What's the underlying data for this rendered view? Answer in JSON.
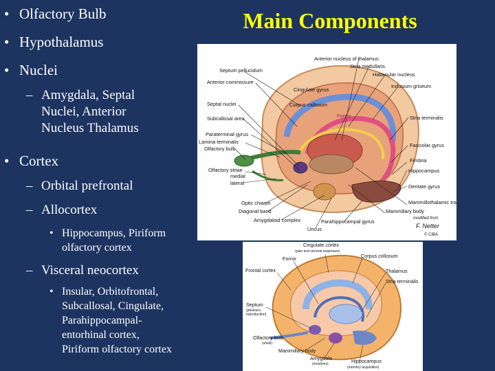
{
  "title": "Main Components",
  "bullets": {
    "b1": "Olfactory Bulb",
    "b2": "Hypothalamus",
    "b3": "Nuclei",
    "b3_1_line1": "Amygdala, Septal",
    "b3_1_line2": "Nuclei, Anterior",
    "b3_1_line3": "Nucleus Thalamus",
    "b4": "Cortex",
    "b4_1": "Orbital prefrontal",
    "b4_2": "Allocortex",
    "b4_2_1_line1": "Hippocampus, Piriform",
    "b4_2_1_line2": "olfactory cortex",
    "b4_3": "Visceral neocortex",
    "b4_3_1_line1": "Insular, Orbitofrontal,",
    "b4_3_1_line2": "Subcallosal, Cingulate,",
    "b4_3_1_line3": "Parahippocampal-",
    "b4_3_1_line4": "entorhinal cortex,",
    "b4_3_1_line5": "Piriform olfactory cortex"
  },
  "markers": {
    "bullet": "•",
    "dash": "–",
    "small_bullet": "•"
  },
  "figure1": {
    "labels": {
      "anterior_nucleus": "Anterior nucleus of thalamus",
      "stria_medullaris": "Stria medullaris",
      "habenular_nucleus": "Habenular nucleus",
      "indusium_griseum": "Indusium griseum",
      "septum_pellucidum": "Septum pellucidum",
      "anterior_commissure": "Anterior commissure",
      "cingulate_gyrus": "Cingulate gyrus",
      "corpus_callosum": "Corpus callosum",
      "septal_nuclei": "Septal nuclei",
      "fornix": "Fornix",
      "stria_terminalis": "Stria terminalis",
      "subcallosal_area": "Subcallosal area",
      "paraterminal_gyrus": "Paraterminal gyrus",
      "lamina_terminalis": "Lamina terminalis",
      "olfactory_bulb": "Olfactory bulb",
      "fasciolar_gyrus": "Fasciolar gyrus",
      "fimbria": "Fimbria",
      "olfactory_striae": "Olfactory striae",
      "medial": "medial",
      "lateral": "lateral",
      "hippocampus": "Hippocampus",
      "dentate_gyrus": "Dentate gyrus",
      "mammillothalamic_tract": "Mammillothalamic tract",
      "optic_chiasm": "Optic chiasm",
      "mammillary_body": "Mammillary body",
      "diagonal_band": "Diagonal band",
      "amygdaloid_complex": "Amygdaloid complex",
      "parahippocampal_gyrus": "Parahippocampal gyrus",
      "uncus": "Uncus",
      "sig_line1": "modified from",
      "sig_line2": "F. Netter",
      "ciba": "© CIBA"
    }
  },
  "figure2": {
    "labels": {
      "cingulate_cortex": "Cingulate cortex",
      "cingulate_sub": "(pain and visceral responses)",
      "fornix": "Fornix",
      "corpus_collosum": "Corpus collosum",
      "frontal_cortex": "Frontal cortex",
      "thalamus": "Thalamus",
      "stria_terminalis": "Stria terminalis",
      "septum": "Septum",
      "septum_sub1": "(pleasure,",
      "septum_sub2": "reproduction)",
      "olfactory_bulb": "Olfactory bulb",
      "olfactory_sub": "(smell)",
      "mammillary_body": "Mammillary body",
      "amygdala": "Amygdala",
      "amygdala_sub": "(emotions)",
      "hippocampus": "Hippocampus",
      "hippocampus_sub": "(memory acquisition)"
    }
  },
  "colors": {
    "background": "#1d3461",
    "title": "#ffff00",
    "text": "#ffffff"
  }
}
